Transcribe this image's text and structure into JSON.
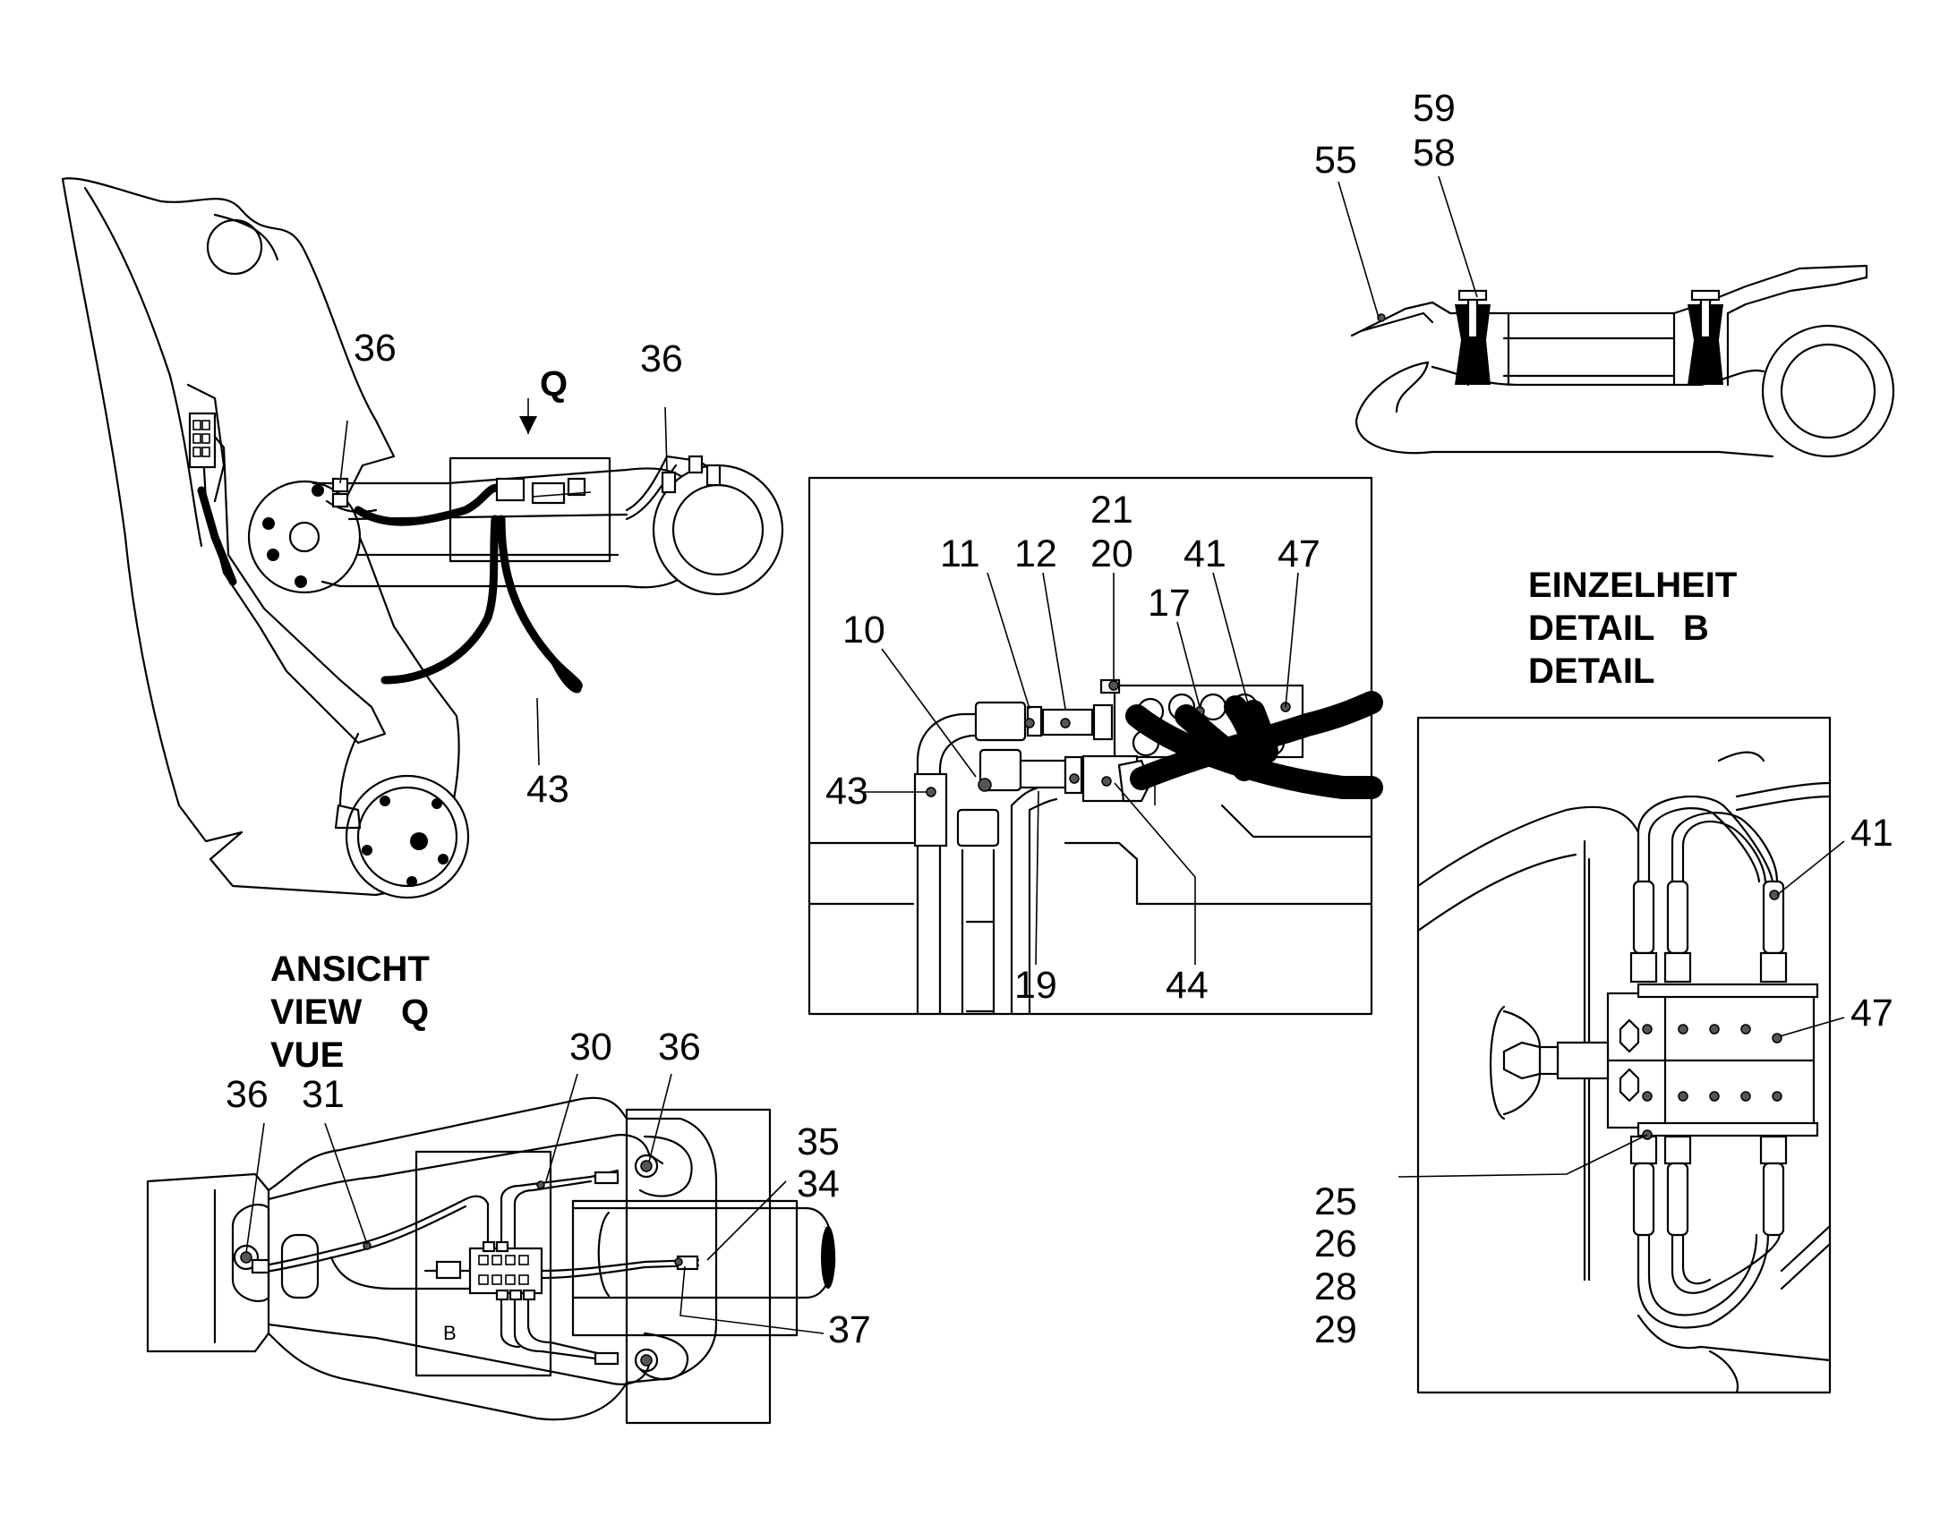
{
  "labels": {
    "main_36_left": "36",
    "main_36_right": "36",
    "main_q": "Q",
    "main_43": "43",
    "top_59": "59",
    "top_58": "58",
    "top_55": "55",
    "mid_21": "21",
    "mid_20": "20",
    "mid_11": "11",
    "mid_12": "12",
    "mid_41": "41",
    "mid_47": "47",
    "mid_17": "17",
    "mid_10": "10",
    "mid_43": "43",
    "mid_19": "19",
    "mid_44": "44",
    "view_36_left": "36",
    "view_31": "31",
    "view_30": "30",
    "view_36_right": "36",
    "view_35": "35",
    "view_34": "34",
    "view_37": "37",
    "view_b": "B",
    "det_41": "41",
    "det_47": "47",
    "det_25": "25",
    "det_26": "26",
    "det_28": "28",
    "det_29": "29"
  },
  "titles": {
    "view_line1": "ANSICHT",
    "view_line2": "VIEW",
    "view_line2_letter": "Q",
    "view_line3": "VUE",
    "detail_line1": "EINZELHEIT",
    "detail_line2": "DETAIL",
    "detail_line2_letter": "B",
    "detail_line3": "DETAIL"
  }
}
